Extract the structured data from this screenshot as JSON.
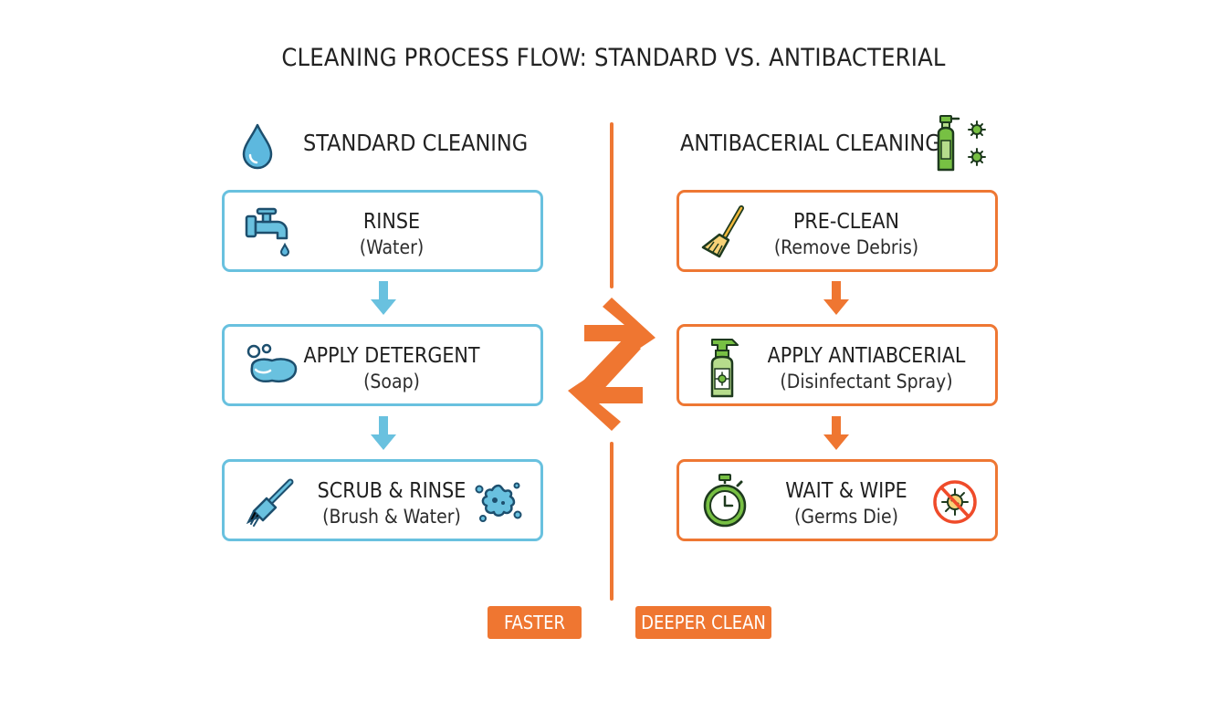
{
  "title": "CLEANING PROCESS FLOW: STANDARD VS. ANTIBACTERIAL",
  "colors": {
    "standard": "#69c1df",
    "antibacterial": "#ee7733",
    "accent_green": "#77c043"
  },
  "standard": {
    "heading": "STANDARD CLEANING",
    "heading_icon": "water-drop-icon",
    "steps": [
      {
        "title": "RINSE",
        "subtitle": "(Water)",
        "icon": "faucet-icon"
      },
      {
        "title": "APPLY DETERGENT",
        "subtitle": "(Soap)",
        "icon": "soap-bubbles-icon"
      },
      {
        "title": "SCRUB & RINSE",
        "subtitle": "(Brush & Water)",
        "icon": "brush-icon",
        "icon_right": "germ-splat-icon"
      }
    ]
  },
  "antibacterial": {
    "heading": "ANTIBACERIAL CLEANING",
    "heading_icon": "disinfectant-bottle-icon",
    "steps": [
      {
        "title": "PRE-CLEAN",
        "subtitle": "(Remove Debris)",
        "icon": "broom-icon"
      },
      {
        "title": "APPLY ANTIABCERIAL",
        "subtitle": "(Disinfectant Spray)",
        "icon": "spray-bottle-icon"
      },
      {
        "title": "WAIT & WIPE",
        "subtitle": "(Germs Die)",
        "icon": "stopwatch-icon",
        "icon_right": "no-germs-icon"
      }
    ]
  },
  "badges": {
    "left": "FASTER",
    "right": "DEEPER CLEAN"
  }
}
